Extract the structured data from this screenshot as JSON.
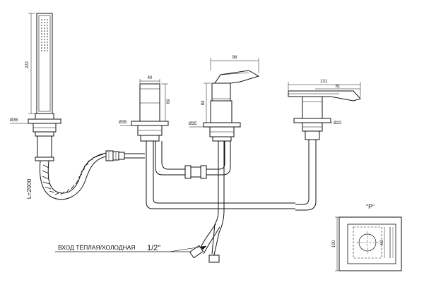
{
  "dimensions": {
    "shower_handle_length": "222",
    "shower_diameter": "Ø35",
    "hose_length": "L=2000",
    "handle_width": "40",
    "handle_height": "69",
    "handle_diameter": "Ø35",
    "mixer_width": "98",
    "mixer_height": "84",
    "mixer_diameter": "Ø35",
    "spout_length": "131",
    "spout_reach": "81",
    "spout_diameter": "Ø22"
  },
  "inlet": {
    "label": "ВХОД ТЁПЛАЯ/ХОЛОДНАЯ",
    "size": "1/2\""
  },
  "detail": {
    "title": "\"P\"",
    "width": "100",
    "height": "60"
  }
}
